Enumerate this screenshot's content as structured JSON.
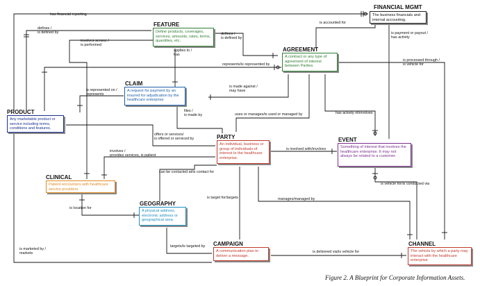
{
  "entities": {
    "financial_mgmt": {
      "title": "FINANCIAL MGMT",
      "desc": "The business financials and internal accounting.",
      "color": "#222222"
    },
    "feature": {
      "title": "FEATURE",
      "desc": "Define products, coverages, services, amounts, rates, terms, quantities, etc.",
      "color": "#2e7d32"
    },
    "agreement": {
      "title": "AGREEMENT",
      "desc": "A contract or any type of agreement of interest between Parties.",
      "color": "#2e7d32"
    },
    "claim": {
      "title": "CLAIM",
      "desc": "A request for payment by an insured for adjudication by the healthcare enterprise",
      "color": "#1e5fa8"
    },
    "product": {
      "title": "PRODUCT",
      "desc": "Any marketable product or service including terms, conditions and features.",
      "color": "#1a2f8f"
    },
    "party": {
      "title": "PARTY",
      "desc": "An individual, business or group of individuals of interest to the healthcare enterprise.",
      "color": "#c0392b"
    },
    "event": {
      "title": "EVENT",
      "desc": "Something of interest that involves the healthcare enterprise. It may not always be related to a customer.",
      "color": "#7b2d8e"
    },
    "clinical": {
      "title": "CLINICAL",
      "desc": "Patient encounters with healthcare service providers",
      "color": "#e08a1e"
    },
    "geography": {
      "title": "GEOGRAPHY",
      "desc": "A physical address, electronic address or geographical area.",
      "color": "#1e8fc0"
    },
    "campaign": {
      "title": "CAMPAIGN",
      "desc": "A communication plan to deliver a message.",
      "color": "#c0392b"
    },
    "channel": {
      "title": "CHANNEL",
      "desc": "The vehicle by which a party may interact with the healthcare enterprise",
      "color": "#c0392b"
    }
  },
  "relationships": {
    "has_financial_reporting": "has financial reporting",
    "defines_is_defined_by": "defines /\nis defined by",
    "involves_service_is_performed": "involves service /\nis performed",
    "defines_is_defined_by_2": "defines /\nis defined by",
    "is_accounted_for": "is accounted for",
    "is_payment_or_payout": "is payment or payout /\nhas activity",
    "applies_to_has": "applies to /\nhas",
    "represents_is_represented_by": "represents/is represented by",
    "is_processed_through": "is processed through /\nis vehicle for",
    "is_represented_on_represents": "is represented on /\nrepresents",
    "is_made_against_may_have": "is made against /\nmay have",
    "files_is_made_by": "files /\nis made by",
    "uses_or_manages": "uses or manages/is used or managed by",
    "has_activity_involves": "has activity of/involves",
    "offers_or_services": "offers or services/\nis offered or serviced by",
    "is_involved_with_involves": "is involved with/involves",
    "involves_provides_services": "involves /\nprovides services, is patient",
    "can_be_contacted_at": "can be contacted at/is contact for",
    "is_vehicle_for_conducted_via": "is vehicle for/is conducted via",
    "is_target_for_targets": "is target for/targets",
    "manages_managed_by": "manages/managed by",
    "is_location_for": "is location for",
    "targets_is_targeted_by": "targets/is targeted by",
    "is_marketed_by_markets": "is marketed by /\nmarkets",
    "is_delivered_via_is_vehicle_for": "is delivered via/is vehicle for"
  },
  "caption": "Figure 2. A Blueprint for Corporate Information Assets.",
  "line_color": "#111111"
}
